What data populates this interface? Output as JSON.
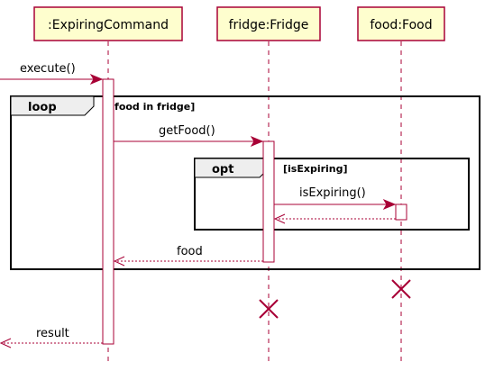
{
  "participants": [
    {
      "id": "cmd",
      "label": ":ExpiringCommand"
    },
    {
      "id": "fridge",
      "label": "fridge:Fridge"
    },
    {
      "id": "food",
      "label": "food:Food"
    }
  ],
  "messages": {
    "execute": "execute()",
    "get_food": "getFood()",
    "is_expiring": "isExpiring()",
    "food_return": "food",
    "result_return": "result"
  },
  "fragments": {
    "loop": {
      "keyword": "loop",
      "guard": "[food in fridge]"
    },
    "opt": {
      "keyword": "opt",
      "guard": "[isExpiring]"
    }
  },
  "colors": {
    "line": "#A80036",
    "participant_fill": "#FEFECE",
    "fragment_tab": "#EEEEEE"
  }
}
